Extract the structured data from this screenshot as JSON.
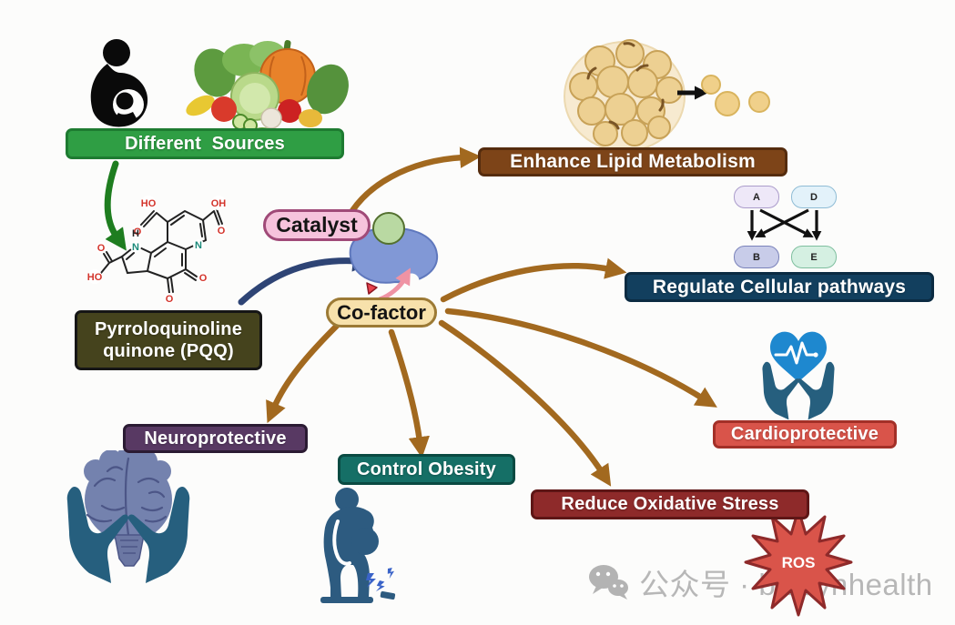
{
  "sources_banner": {
    "label": "Different  Sources"
  },
  "molecule": {
    "name_line1": "Pyrroloquinoline",
    "name_line2": "quinone (PQQ)",
    "atoms": {
      "ho1": "HO",
      "o1": "O",
      "oh1": "OH",
      "o2": "O",
      "o3": "O",
      "ho2": "HO",
      "h1": "H",
      "n1": "N",
      "n2": "N",
      "o4": "O",
      "o5": "O"
    }
  },
  "roles": {
    "catalyst": "Catalyst",
    "cofactor": "Co-factor"
  },
  "outcomes": {
    "lipid": {
      "label": "Enhance Lipid Metabolism",
      "color": "#7d4418"
    },
    "pathways": {
      "label": "Regulate Cellular pathways",
      "color": "#123f5e"
    },
    "cardio": {
      "label": "Cardioprotective",
      "color": "#d9544a"
    },
    "oxidative": {
      "label": "Reduce Oxidative Stress",
      "color": "#8e2a2a"
    },
    "obesity": {
      "label": "Control Obesity",
      "color": "#156f66"
    },
    "neuro": {
      "label": "Neuroprotective",
      "color": "#583963"
    }
  },
  "pathway_nodes": {
    "a": "A",
    "d": "D",
    "b": "B",
    "e": "E"
  },
  "ros_star": {
    "label": "ROS",
    "color": "#d9544a"
  },
  "watermark": {
    "text": "公众号 · biosynhealth"
  },
  "palette": {
    "source_green": "#2f9e44",
    "pqq_olive": "#45431d",
    "catalyst_pink": "#f6c3dc",
    "cofactor_tan": "#f7e1ab",
    "arrow_brown": "#a2691f",
    "arrow_navy": "#2e4475",
    "arrow_green": "#1e7d1f",
    "enzyme_blue": "#8198d6",
    "active_site_green": "#b9d9a2",
    "heart_blue": "#1e88cf",
    "hands_teal": "#265f7e"
  }
}
